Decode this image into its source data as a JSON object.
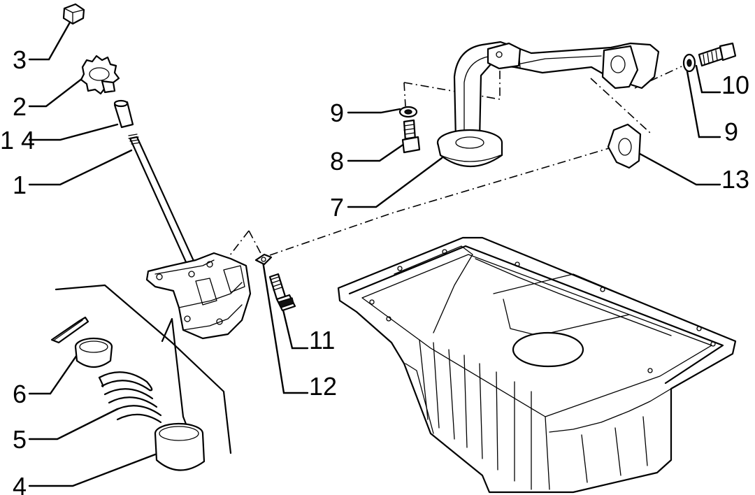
{
  "callouts": [
    {
      "id": "3",
      "label": "3"
    },
    {
      "id": "2",
      "label": "2"
    },
    {
      "id": "14",
      "label": "1 4"
    },
    {
      "id": "1",
      "label": "1"
    },
    {
      "id": "6",
      "label": "6"
    },
    {
      "id": "5",
      "label": "5"
    },
    {
      "id": "4",
      "label": "4"
    },
    {
      "id": "9a",
      "label": "9"
    },
    {
      "id": "8",
      "label": "8"
    },
    {
      "id": "7",
      "label": "7"
    },
    {
      "id": "10",
      "label": "10"
    },
    {
      "id": "9b",
      "label": "9"
    },
    {
      "id": "13",
      "label": "13"
    },
    {
      "id": "11",
      "label": "11"
    },
    {
      "id": "12",
      "label": "12"
    }
  ]
}
